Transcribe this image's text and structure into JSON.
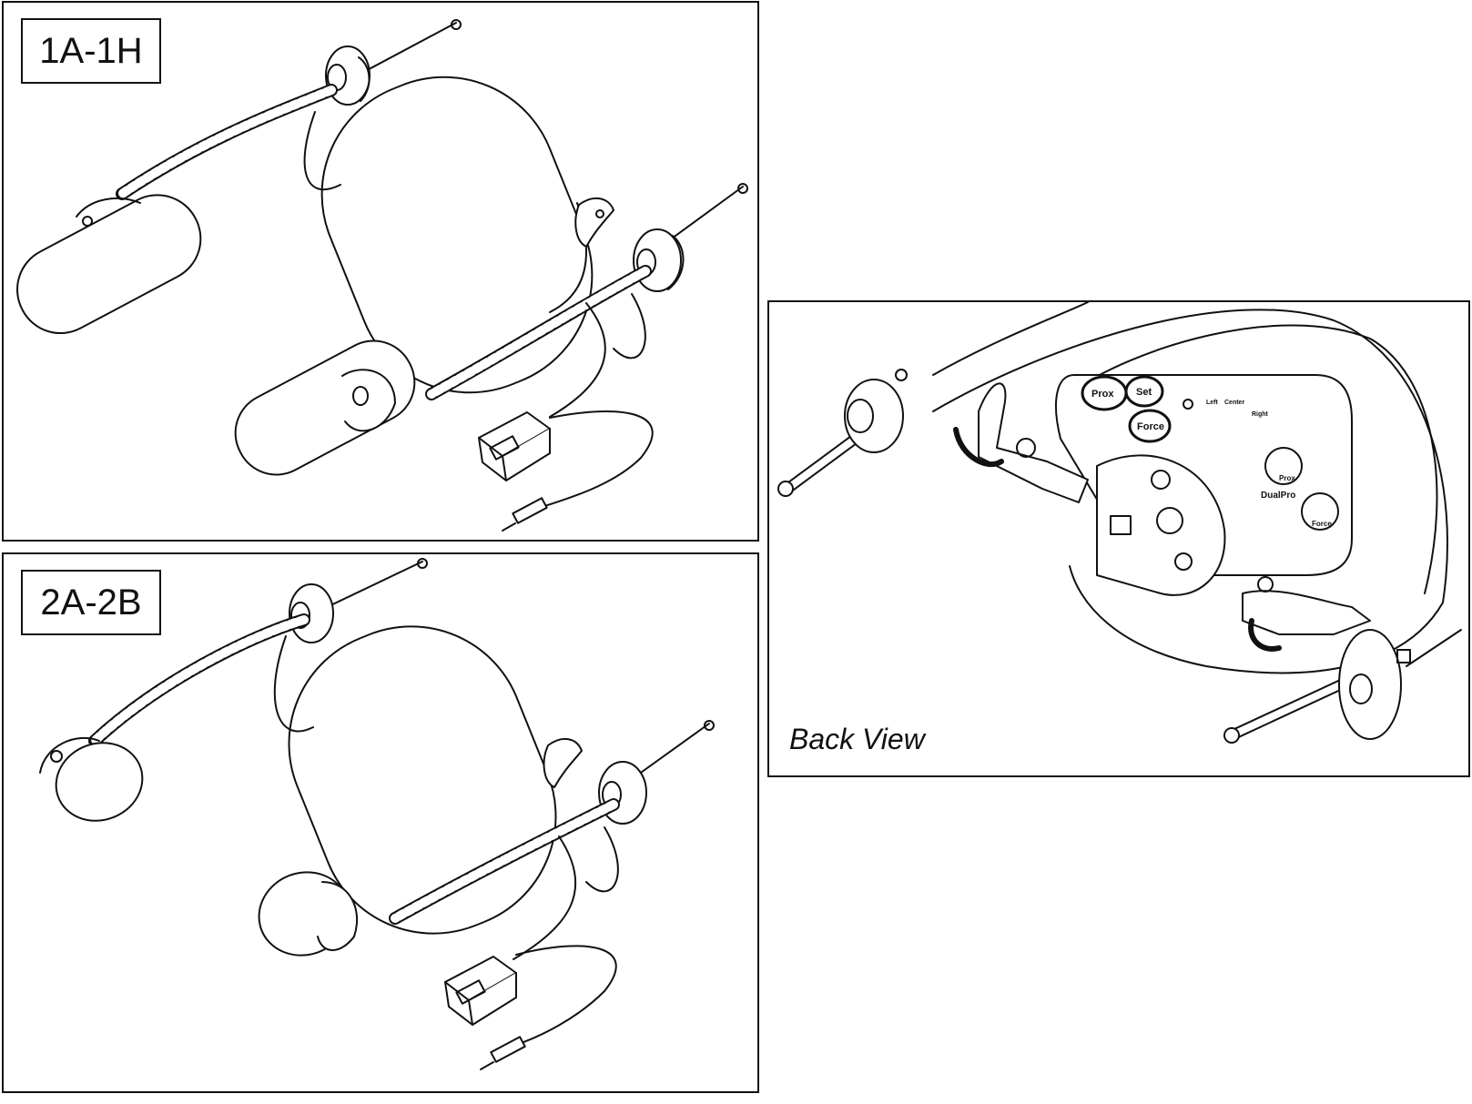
{
  "panels": [
    {
      "label": "1A-1H"
    },
    {
      "label": "2A-2B"
    },
    {
      "caption": "Back View"
    }
  ],
  "controls": {
    "prox": "Prox",
    "set": "Set",
    "force": "Force",
    "left": "Left",
    "center": "Center",
    "right": "Right",
    "brand": "DualPro",
    "dial_prox": "Prox",
    "dial_force": "Force"
  },
  "colors": {
    "line": "#111111",
    "background": "#ffffff"
  }
}
